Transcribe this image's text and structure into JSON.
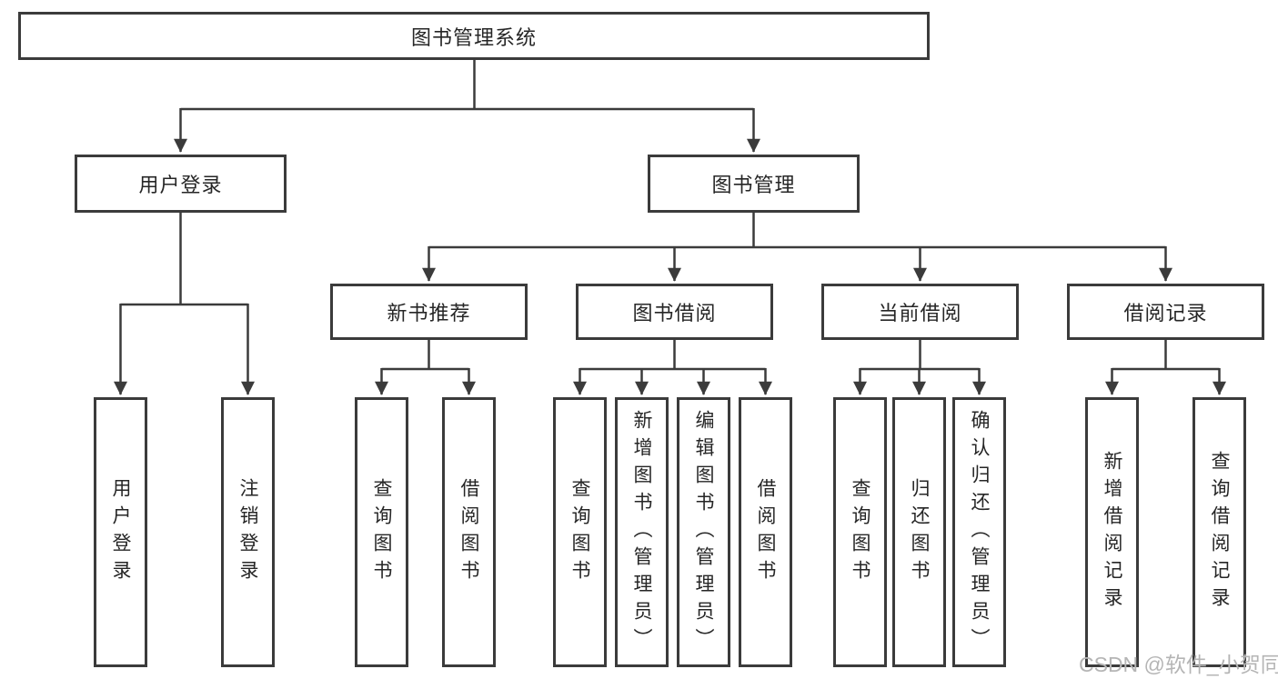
{
  "diagram": {
    "title": "图书管理系统",
    "type": "hierarchy-flowchart",
    "colors": {
      "line": "#3b3b3b",
      "box_border": "#3b3b3b",
      "box_fill": "#ffffff",
      "text": "#262626",
      "background": "#ffffff",
      "watermark_text": "#b5b5b5"
    },
    "labels": {
      "root": "图书管理系统",
      "user_login": "用户登录",
      "book_mgmt": "图书管理",
      "new_book_rec": "新书推荐",
      "book_borrow": "图书借阅",
      "current_borrow": "当前借阅",
      "borrow_record": "借阅记录",
      "leaf_user_login": "用户登录",
      "leaf_logout": "注销登录",
      "leaf_query_book_a": "查询图书",
      "leaf_borrow_book_a": "借阅图书",
      "leaf_query_book_b": "查询图书",
      "leaf_add_book": "新增图书（管理员）",
      "leaf_edit_book": "编辑图书（管理员）",
      "leaf_borrow_book_b": "借阅图书",
      "leaf_query_book_c": "查询图书",
      "leaf_return_book": "归还图书",
      "leaf_confirm_return": "确认归还（管理员）",
      "leaf_add_record": "新增借阅记录",
      "leaf_query_record": "查询借阅记录"
    },
    "hierarchy": {
      "图书管理系统": {
        "用户登录": [
          "用户登录",
          "注销登录"
        ],
        "图书管理": {
          "新书推荐": [
            "查询图书",
            "借阅图书"
          ],
          "图书借阅": [
            "查询图书",
            "新增图书（管理员）",
            "编辑图书（管理员）",
            "借阅图书"
          ],
          "当前借阅": [
            "查询图书",
            "归还图书",
            "确认归还（管理员）"
          ],
          "借阅记录": [
            "新增借阅记录",
            "查询借阅记录"
          ]
        }
      }
    },
    "watermark": "CSDN @软件_小贺同学"
  }
}
